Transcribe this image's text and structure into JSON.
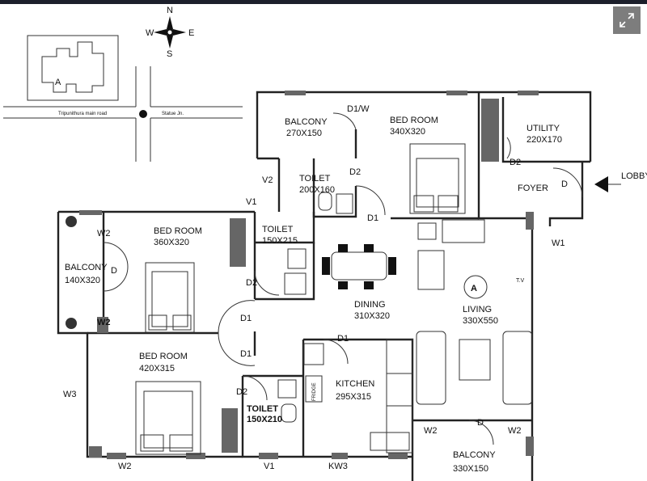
{
  "compass": {
    "n": "N",
    "s": "S",
    "e": "E",
    "w": "W"
  },
  "site": {
    "block_label": "A",
    "road_label": "Tripunithura main road",
    "junction_label": "Statue Jn."
  },
  "rooms": {
    "balcony_top": {
      "name": "BALCONY",
      "size": "270X150"
    },
    "bed_top": {
      "name": "BED ROOM",
      "size": "340X320"
    },
    "utility": {
      "name": "UTILITY",
      "size": "220X170"
    },
    "toilet_top": {
      "name": "TOILET",
      "size": "200X160"
    },
    "foyer": {
      "name": "FOYER"
    },
    "bed_mid": {
      "name": "BED ROOM",
      "size": "360X320"
    },
    "toilet_mid": {
      "name": "TOILET",
      "size": "150X215"
    },
    "balcony_left": {
      "name": "BALCONY",
      "size": "140X320"
    },
    "dining": {
      "name": "DINING",
      "size": "310X320"
    },
    "living": {
      "name": "LIVING",
      "size": "330X550"
    },
    "bed_bottom": {
      "name": "BED ROOM",
      "size": "420X315"
    },
    "kitchen": {
      "name": "KITCHEN",
      "size": "295X315"
    },
    "toilet_bottom": {
      "name": "TOILET",
      "size": "150X210"
    },
    "balcony_bottom": {
      "name": "BALCONY",
      "size": "330X150"
    }
  },
  "entry_label": "LOBBY",
  "living_marker": "A",
  "tv_label": "T.V",
  "fridge_label": "FRIDGE",
  "doors": {
    "d1w": "D1/W",
    "d2_top": "D2",
    "d1_top": "D1",
    "d2_utility": "D2",
    "d_foyer": "D",
    "d_balcony_left": "D",
    "d2_mid": "D2",
    "d1_mid": "D1",
    "d1_bottom": "D1",
    "d1_kitchen": "D1",
    "d2_bottom": "D2",
    "d_balcony_bottom": "D"
  },
  "windows": {
    "v2_top": "V2",
    "v1_top": "V1",
    "w1": "W1",
    "w2_left_top": "W2",
    "w2_left_bottom": "W2",
    "w3": "W3",
    "w2_bottom": "W2",
    "v1_bottom": "V1",
    "kw3": "KW3",
    "w2_balcony_left": "W2",
    "w2_balcony_right": "W2"
  }
}
